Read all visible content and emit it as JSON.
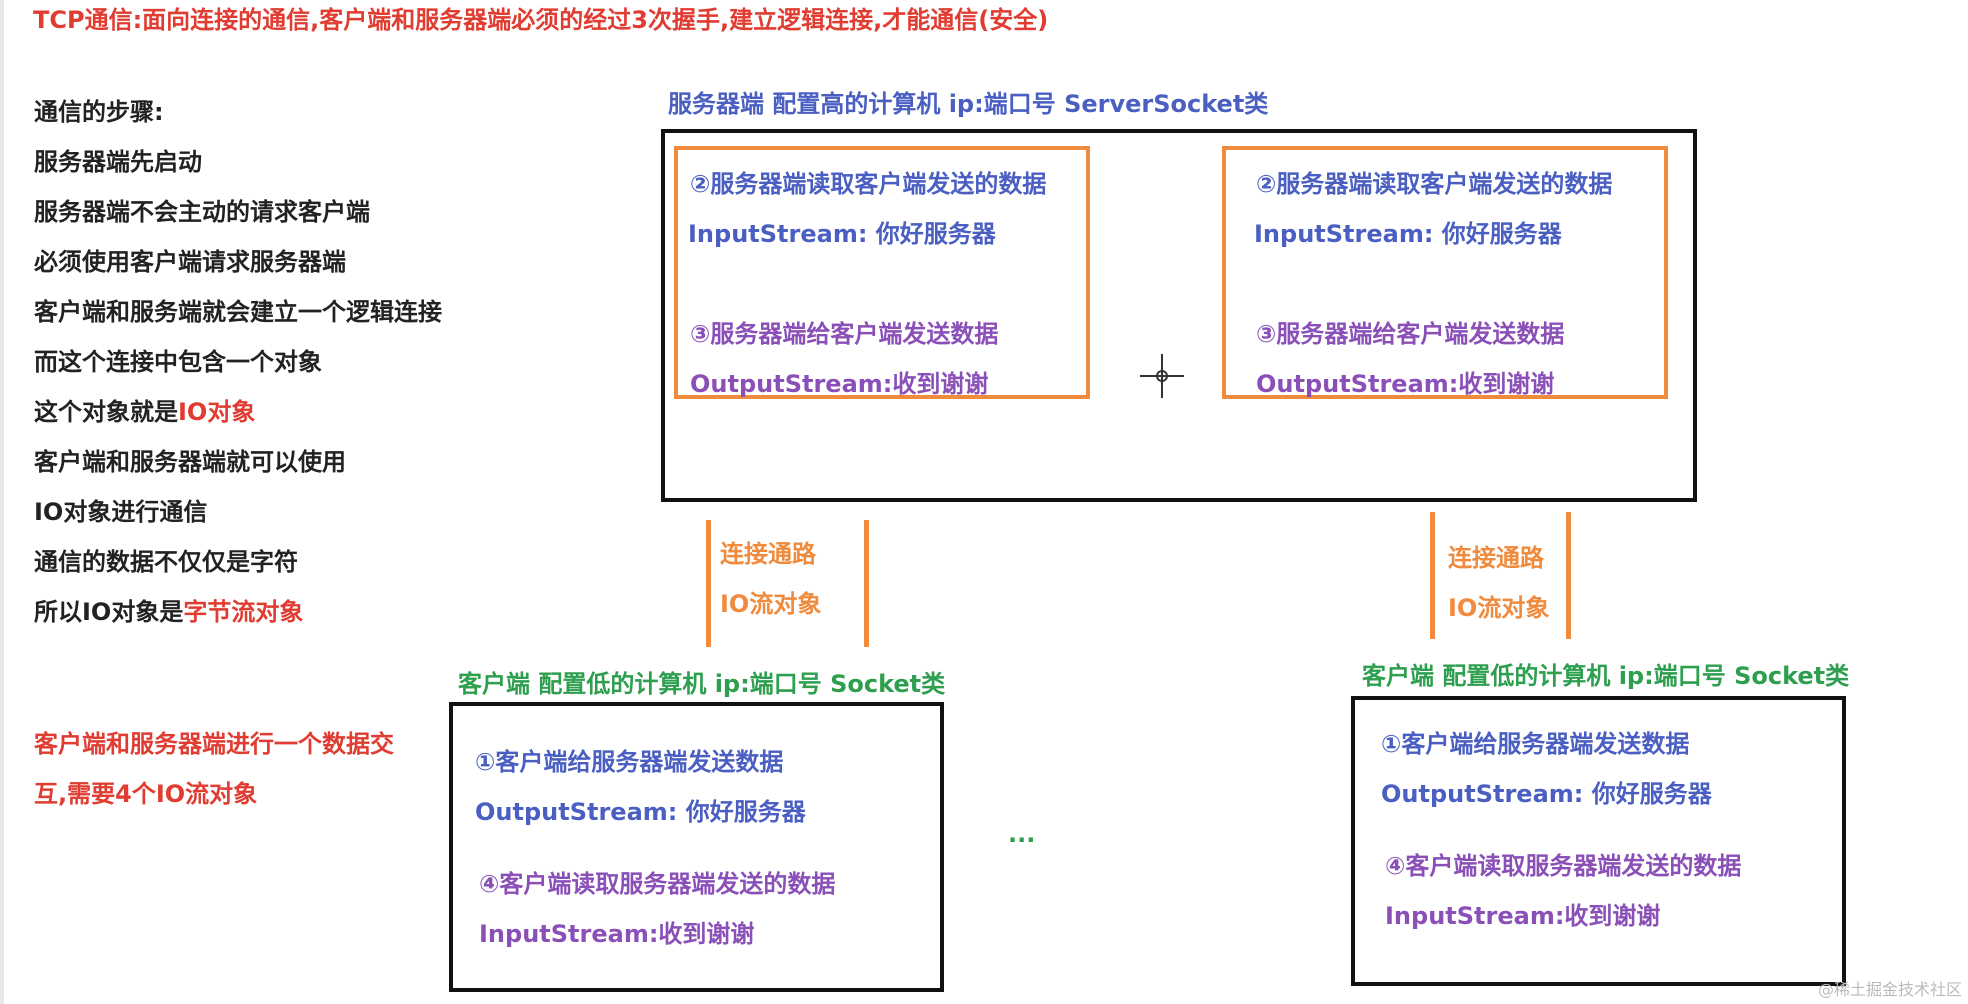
{
  "title": "TCP通信:面向连接的通信,客户端和服务器端必须的经过3次握手,建立逻辑连接,才能通信(安全)",
  "steps": {
    "heading": "通信的步骤:",
    "line1": "服务器端先启动",
    "line2": "服务器端不会主动的请求客户端",
    "line3": "必须使用客户端请求服务器端",
    "line4": "客户端和服务端就会建立一个逻辑连接",
    "line5": "而这个连接中包含一个对象",
    "line6_prefix": "这个对象就是",
    "line6_highlight": "IO对象",
    "line7": "客户端和服务器端就可以使用",
    "line8": "IO对象进行通信",
    "line9": "通信的数据不仅仅是字符",
    "line10_prefix": "所以IO对象是",
    "line10_highlight": "字节流对象"
  },
  "note": {
    "line1": "客户端和服务器端进行一个数据交",
    "line2": "互,需要4个IO流对象"
  },
  "server": {
    "label": "服务器端 配置高的计算机 ip:端口号 ServerSocket类",
    "read_step": "②服务器端读取客户端发送的数据",
    "input_stream": "InputStream: 你好服务器",
    "send_step": "③服务器端给客户端发送数据",
    "output_stream": "OutputStream:收到谢谢"
  },
  "channel": {
    "line1": "连接通路",
    "line2": "IO流对象"
  },
  "client": {
    "label": "客户端 配置低的计算机 ip:端口号  Socket类",
    "send_step": "①客户端给服务器端发送数据",
    "output_stream": "OutputStream: 你好服务器",
    "read_step": "④客户端读取服务器端发送的数据",
    "input_stream": "InputStream:收到谢谢"
  },
  "ellipsis": "...",
  "watermark": "@稀土掘金技术社区",
  "colors": {
    "title_red": "#e03c31",
    "server_blue": "#4a5fc1",
    "client_green": "#2e9e4f",
    "channel_orange": "#f08a3c",
    "step_purple": "#8a50b8"
  },
  "icons": {
    "cursor": "crosshair-icon"
  }
}
